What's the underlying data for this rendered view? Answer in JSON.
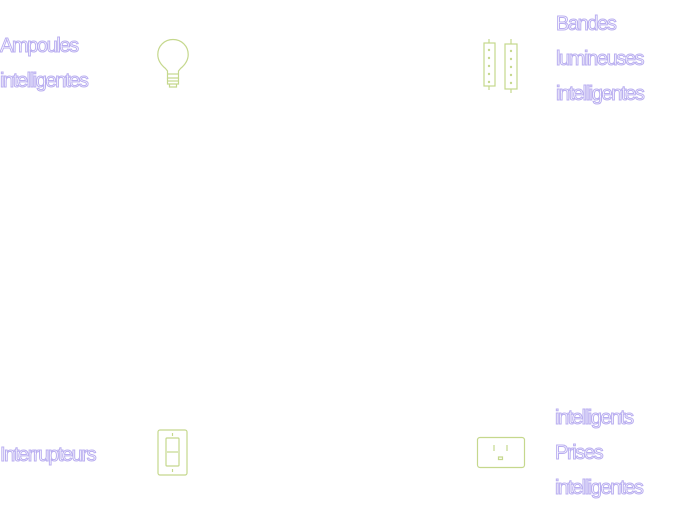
{
  "categories": [
    {
      "id": "bulbs",
      "lines": [
        "Ampoules",
        "intelligentes"
      ],
      "icon": "light-bulb-icon"
    },
    {
      "id": "strips",
      "lines": [
        "Bandes",
        "lumineuses",
        "intelligentes"
      ],
      "icon": "light-strip-icon"
    },
    {
      "id": "switches",
      "lines": [
        "Interrupteurs"
      ],
      "icon": "light-switch-icon"
    },
    {
      "id": "plugs",
      "lines": [
        "intelligents",
        "Prises",
        "intelligentes"
      ],
      "icon": "power-outlet-icon"
    }
  ],
  "colors": {
    "text_outline": "#b9aef0",
    "icon_stroke": "#c5d88d",
    "background": "#ffffff"
  }
}
